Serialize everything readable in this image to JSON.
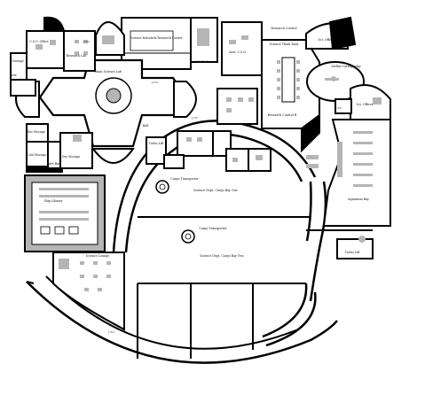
{
  "map": {
    "colors": {
      "wall": "#000000",
      "floor": "#ffffff",
      "furniture": "#b5b5b5",
      "outer_void": "#ffffff"
    },
    "labels": {
      "science_holodeck": "Science Holodeck Research Center",
      "main_science_lab": "Main Science Lab",
      "science_think_tank": "Science Think Tank",
      "research_control": "Research Control",
      "research_control_b": "Research Control B",
      "stellar_cartography": "Stellar Cartography",
      "sci_officer_top": "Sci. Officer",
      "sci_officer_right": "Sci. Officer",
      "asst_cso": "Asst. C.S.O.",
      "cso_office": "C.S.O. Office",
      "research_lab": "Research Lab",
      "storage": "Storage",
      "rest": "Rest",
      "med_lab": "Med Lab",
      "jtc_1": "J.T.C.",
      "jtc_2": "J.T.C.",
      "jtc_3": "J.T.C.",
      "jtc_4": "J.T.C.",
      "jtc_5": "J.T.C.",
      "bio_storage": "Bio Storage",
      "cold_storage": "Cold Storage",
      "wet_bar": "Wet Bar",
      "dry_storage": "Dry Storage",
      "hall": "Hall",
      "turbo_lift_1": "Turbo Lift",
      "turbo_lift_2": "Turbo Lift",
      "cargo_transporter_1": "Cargo Transporter",
      "cargo_transporter_2": "Cargo Transporter",
      "cargo_bay_one": "Science Dept. Cargo Bay One",
      "cargo_bay_two": "Science Dept. Cargo Bay Two",
      "ship_library": "Ship Library",
      "science_lounge": "Science Lounge",
      "aquarium_bay": "Aquarium Bay"
    }
  }
}
